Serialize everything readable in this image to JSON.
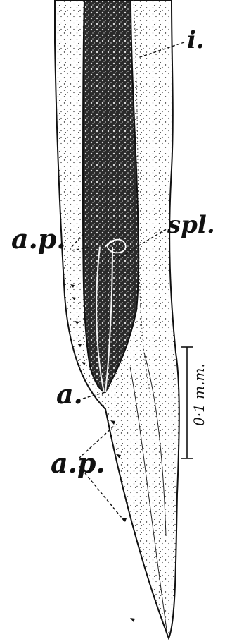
{
  "labels": {
    "i": "i.",
    "spl": "spl.",
    "ap_upper": "a.p.",
    "a": "a.",
    "ap_lower": "a.p.",
    "scale": "0·1 m.m."
  },
  "colors": {
    "ink": "#111111",
    "background": "#ffffff"
  }
}
